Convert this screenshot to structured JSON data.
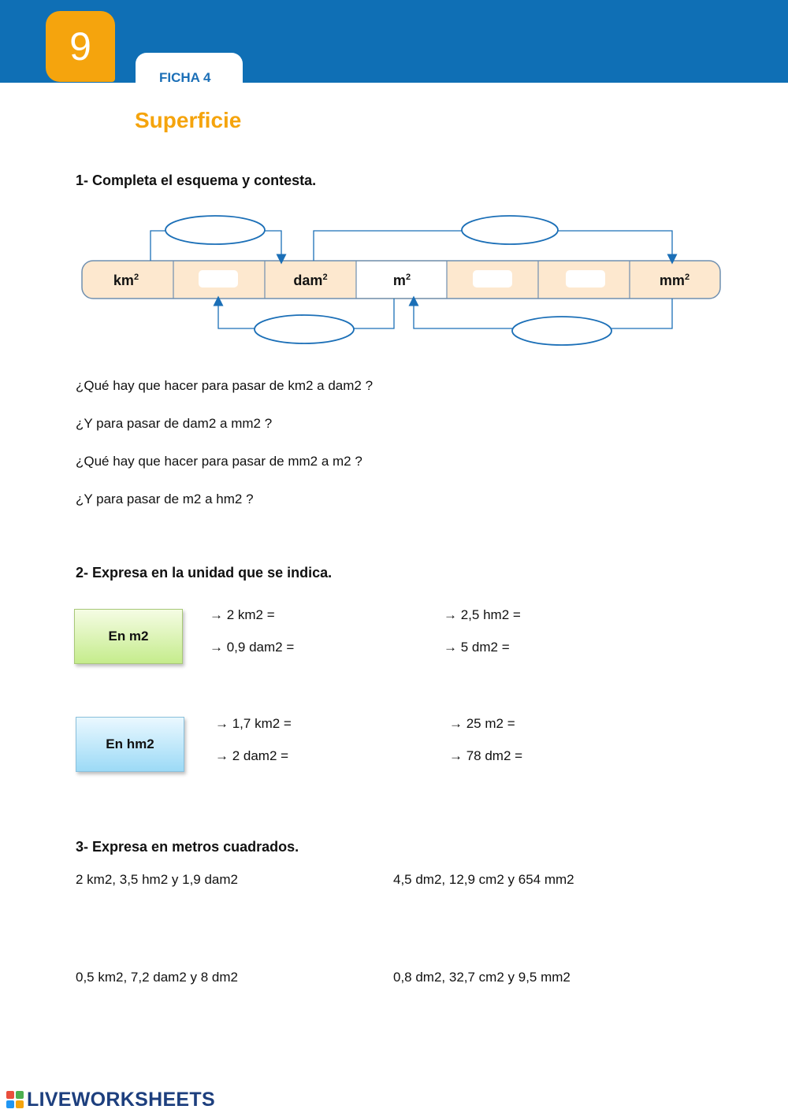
{
  "header": {
    "chapter_number": "9",
    "sheet_label": "FICHA 4",
    "title": "Superficie"
  },
  "section1": {
    "heading": "1- Completa el esquema y contesta.",
    "units": [
      {
        "base": "km",
        "sup": "2"
      },
      {
        "base": "",
        "sup": ""
      },
      {
        "base": "dam",
        "sup": "2"
      },
      {
        "base": "m",
        "sup": "2"
      },
      {
        "base": "",
        "sup": ""
      },
      {
        "base": "",
        "sup": ""
      },
      {
        "base": "mm",
        "sup": "2"
      }
    ],
    "questions": [
      "¿Qué hay que hacer para pasar de km2 a dam2 ?",
      "¿Y para pasar de dam2 a mm2 ?",
      "¿Qué hay que hacer para pasar de mm2 a m2 ?",
      "¿Y para pasar de m2 a hm2 ?"
    ]
  },
  "section2": {
    "heading": "2- Expresa en la unidad que se indica.",
    "group1": {
      "label": "En m2",
      "items": [
        "→ 2 km2 =",
        "→ 2,5 hm2 =",
        "→ 0,9 dam2 =",
        "→ 5 dm2 ="
      ]
    },
    "group2": {
      "label": "En hm2",
      "items": [
        "→ 1,7 km2 =",
        "→ 25 m2 =",
        "→ 2 dam2 =",
        "→ 78 dm2 ="
      ]
    }
  },
  "section3": {
    "heading": "3- Expresa en metros cuadrados.",
    "items": [
      "2 km2, 3,5 hm2 y 1,9 dam2",
      "4,5 dm2, 12,9 cm2 y 654 mm2",
      "0,5 km2, 7,2 dam2 y 8 dm2",
      "0,8 dm2, 32,7 cm2 y 9,5 mm2"
    ]
  },
  "footer": {
    "logo_text": "LIVEWORKSHEETS"
  },
  "colors": {
    "header_blue": "#0f6fb5",
    "accent_orange": "#f5a40d",
    "scale_fill": "#fde8cf",
    "arrow_blue": "#1b6fb7"
  }
}
